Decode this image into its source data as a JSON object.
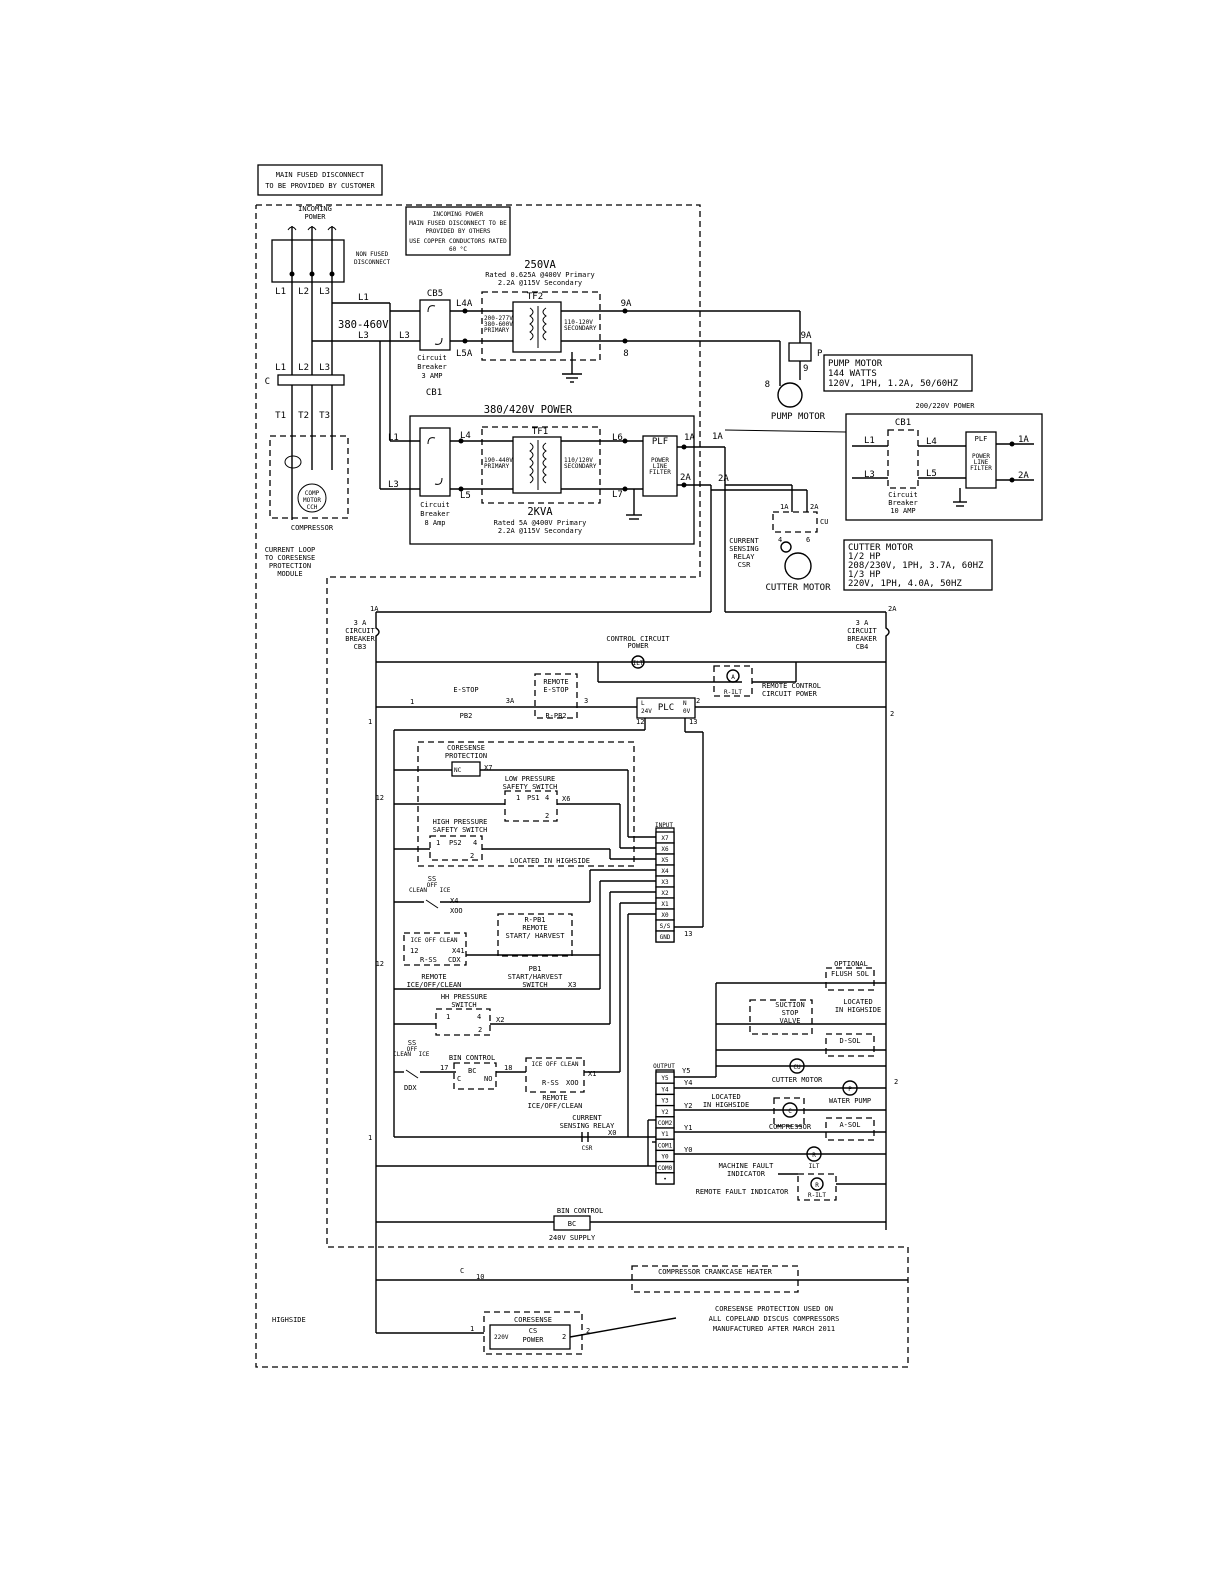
{
  "diagram": {
    "notes": {
      "main_disconnect": [
        "MAIN FUSED DISCONNECT",
        "TO BE PROVIDED BY CUSTOMER"
      ],
      "incoming_note": [
        "INCOMING POWER",
        "MAIN FUSED DISCONNECT TO BE",
        "PROVIDED BY OTHERS",
        "USE COPPER CONDUCTORS RATED",
        "60 °C"
      ],
      "coresense_note": [
        "CORESENSE PROTECTION USED ON",
        "ALL COPELAND DISCUS COMPRESSORS",
        "MANUFACTURED AFTER MARCH 2011"
      ],
      "highside": "HIGHSIDE"
    },
    "incoming": {
      "title": [
        "INCOMING",
        "POWER"
      ],
      "disconnect": [
        "NON FUSED",
        "DISCONNECT"
      ],
      "l1": "L1",
      "l2": "L2",
      "l3": "L3",
      "t1": "T1",
      "t2": "T2",
      "t3": "T3",
      "c": "C",
      "voltage": "380-460V",
      "compressor": "COMPRESSOR",
      "comp_motor": [
        "COMP",
        "MOTOR",
        "CCH"
      ],
      "current_loop": [
        "CURRENT LOOP",
        "TO CORESENSE",
        "PROTECTION",
        "MODULE"
      ]
    },
    "tf2": {
      "rating": [
        "250VA",
        "Rated 0.625A @400V Primary",
        "2.2A @115V Secondary"
      ],
      "name": "TF2",
      "primary": [
        "200-277V",
        "380-600V",
        "PRIMARY"
      ],
      "secondary": [
        "110-120V",
        "SECONDARY"
      ],
      "cb5": "CB5",
      "breaker": [
        "Circuit",
        "Breaker",
        "3 AMP"
      ],
      "cb1": "CB1",
      "l4a": "L4A",
      "l5a": "L5A",
      "n9a": "9A",
      "n8": "8"
    },
    "pump": {
      "info": [
        "PUMP MOTOR",
        "144 WATTS",
        "120V, 1PH, 1.2A, 50/60HZ"
      ],
      "label": "PUMP MOTOR",
      "p": "P",
      "n9": "9",
      "n8": "8",
      "n9a": "9A"
    },
    "tf1": {
      "title": "380/420V POWER",
      "name": "TF1",
      "primary": [
        "190-440V",
        "PRIMARY"
      ],
      "secondary": [
        "110/120V",
        "SECONDARY"
      ],
      "kva": "2KVA",
      "rating": [
        "Rated 5A @400V Primary",
        "2.2A @115V Secondary"
      ],
      "breaker": [
        "Circuit",
        "Breaker",
        "8 Amp"
      ],
      "l1": "L1",
      "l3": "L3",
      "l4": "L4",
      "l5": "L5",
      "l6": "L6",
      "l7": "L7",
      "plf": "PLF",
      "filter": [
        "POWER",
        "LINE",
        "FILTER"
      ],
      "n1a": "1A",
      "n2a": "2A"
    },
    "alt_power": {
      "title": "200/220V POWER",
      "cb1": "CB1",
      "breaker": [
        "Circuit",
        "Breaker",
        "10 AMP"
      ],
      "l1": "L1",
      "l3": "L3",
      "l4": "L4",
      "l5": "L5",
      "plf": "PLF",
      "filter": [
        "POWER",
        "LINE",
        "FILTER"
      ],
      "n1a": "1A",
      "n2a": "2A"
    },
    "cutter": {
      "info": [
        "CUTTER MOTOR",
        "1/2 HP",
        "208/230V, 1PH, 3.7A, 60HZ",
        "1/3 HP",
        "220V, 1PH, 4.0A, 50HZ"
      ],
      "label": "CUTTER MOTOR",
      "relay": [
        "CURRENT",
        "SENSING",
        "RELAY",
        "CSR"
      ],
      "cu": "CU",
      "n1a": "1A",
      "n2a": "2A",
      "n4": "4",
      "n6": "6"
    },
    "control": {
      "cb3": [
        "3 A",
        "CIRCUIT",
        "BREAKER",
        "CB3"
      ],
      "cb4": [
        "3 A",
        "CIRCUIT",
        "BREAKER",
        "CB4"
      ],
      "n1a": "1A",
      "n2a": "2A",
      "ctrl_power": [
        "CONTROL CIRCUIT",
        "POWER"
      ],
      "ilt": "ILT",
      "remote_ctrl": [
        "REMOTE CONTROL",
        "CIRCUIT POWER"
      ],
      "a": "A",
      "rilt": "R-ILT",
      "estop": "E-STOP",
      "pb2": "PB2",
      "remote_estop": [
        "REMOTE",
        "E-STOP"
      ],
      "rpb2": "R-PB2",
      "n1": "1",
      "n2": "2",
      "n3": "3",
      "n3a": "3A",
      "n12": "12",
      "n13": "13",
      "plc": "PLC",
      "plc_l": "L",
      "plc_24v": "24V",
      "plc_n": "N",
      "plc_0v": "0V"
    },
    "inputs": {
      "header": "INPUT",
      "terms": [
        "X7",
        "X6",
        "X5",
        "X4",
        "X3",
        "X2",
        "X1",
        "X0",
        "S/S",
        "GND"
      ],
      "coresense": [
        "CORESENSE",
        "PROTECTION"
      ],
      "lowp": [
        "LOW PRESSURE",
        "SAFETY SWITCH"
      ],
      "highp": [
        "HIGH PRESSURE",
        "SAFETY SWITCH"
      ],
      "located": "LOCATED IN HIGHSIDE",
      "ps1": "PS1",
      "ps2": "PS2",
      "x7": "X7",
      "x6": "X6",
      "x4": "X4",
      "x41": "X41",
      "x3": "X3",
      "x2": "X2",
      "x1": "X1",
      "x0": "X0",
      "xoo": "XOO",
      "cdx": "CDX",
      "ddx": "DDX",
      "ss": "SS",
      "off": "OFF",
      "clean": "CLEAN",
      "ice": "ICE",
      "ice_off_clean": "ICE OFF CLEAN",
      "rss": "R-SS",
      "remote_ice": [
        "REMOTE",
        "ICE/OFF/CLEAN"
      ],
      "rpb1": [
        "R-PB1",
        "REMOTE",
        "START/ HARVEST"
      ],
      "pb1": [
        "PB1",
        "START/HARVEST",
        "SWITCH"
      ],
      "hh": [
        "HH PRESSURE",
        "SWITCH"
      ],
      "bin": "BIN CONTROL",
      "bc": "BC",
      "c": "C",
      "no": "NO",
      "n12": "12",
      "n13": "13",
      "n17": "17",
      "n18": "18",
      "csr": [
        "CURRENT",
        "SENSING RELAY"
      ],
      "csr_name": "CSR",
      "nc": "NC",
      "t1": "1",
      "t2": "2",
      "t4": "4"
    },
    "outputs": {
      "header": "OUTPUT",
      "terms": [
        "Y5",
        "Y4",
        "Y3",
        "Y2",
        "COM2",
        "Y1",
        "COM1",
        "Y0",
        "COM0",
        "•"
      ],
      "y5": "Y5",
      "y4": "Y4",
      "y2": "Y2",
      "y1": "Y1",
      "y0": "Y0",
      "optional": [
        "OPTIONAL",
        "FLUSH SOL"
      ],
      "suction": [
        "SUCTION",
        "STOP",
        "VALVE"
      ],
      "located_hs": [
        "LOCATED",
        "IN HIGHSIDE"
      ],
      "dsol": "D-SOL",
      "asol": "A-SOL",
      "cu": "CU",
      "cutter": "CUTTER MOTOR",
      "p": "P",
      "pump": "WATER PUMP",
      "located2": [
        "LOCATED",
        "IN HIGHSIDE"
      ],
      "c": "C",
      "comp": "COMPRESSOR",
      "r": "R",
      "fault": [
        "MACHINE FAULT",
        "INDICATOR"
      ],
      "ilt": "ILT",
      "remote_fault": "REMOTE FAULT INDICATOR",
      "rilt": "R-ILT",
      "n2": "2"
    },
    "bottom": {
      "bin": "BIN CONTROL",
      "bc": "BC",
      "supply": "240V SUPPLY",
      "c": "C",
      "n10": "10",
      "crankcase": "COMPRESSOR CRANKCASE HEATER",
      "coresense": "CORESENSE",
      "cs": "CS",
      "power": "POWER",
      "v220": "220V",
      "n1": "1",
      "n2": "2",
      "n2b": "2",
      "n1_left": "1"
    }
  }
}
